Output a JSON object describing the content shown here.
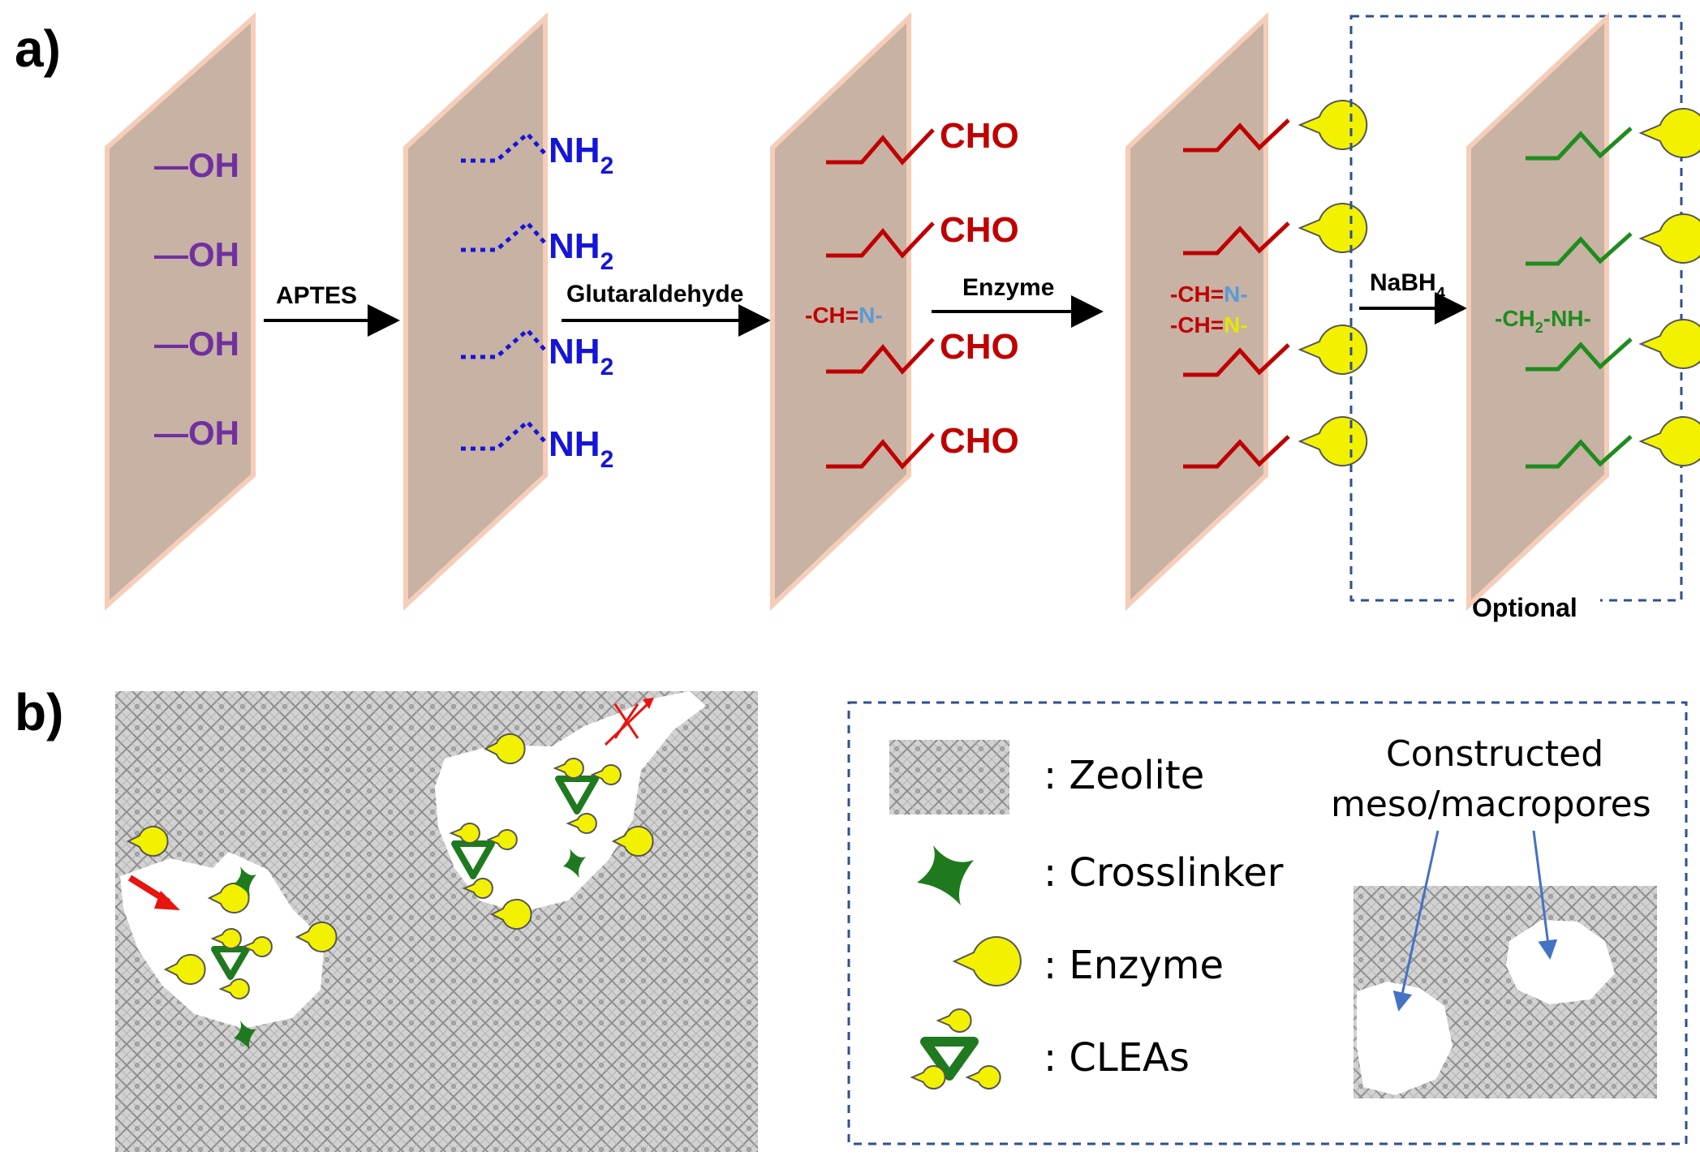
{
  "panel_a": {
    "label": "a)",
    "plate1": {
      "groups": [
        "—OH",
        "—OH",
        "—OH",
        "—OH"
      ]
    },
    "plate2": {
      "group": "NH",
      "sub": "2"
    },
    "plate3": {
      "group": "CHO",
      "imine_prefix": "-CH=",
      "imine_n": "N-"
    },
    "plate4": {
      "imine_prefix": "-CH=",
      "imine_n": "N-"
    },
    "plate5": {
      "amine_a": "-CH",
      "amine_sub": "2",
      "amine_b": "-NH-"
    },
    "arrows": {
      "step1": "APTES",
      "step2": "Glutaraldehyde",
      "step3": "Enzyme",
      "step4": "NaBH",
      "step4_sub": "4"
    },
    "optional_label": "Optional"
  },
  "panel_b": {
    "label": "b)",
    "legend": {
      "zeolite": ": Zeolite",
      "crosslinker": ": Crosslinker",
      "enzyme": ": Enzyme",
      "cleas": ": CLEAs"
    },
    "pores_label_line1": "Constructed",
    "pores_label_line2": "meso/macropores"
  },
  "colors": {
    "plate": "#c7b2a4",
    "plate_edge": "#f5cdb8",
    "hydroxyl": "#7030a0",
    "amine": "#1515d8",
    "aldehyde": "#c00000",
    "reduced": "#1e8c1e",
    "enzyme_fill": "#f2f200",
    "crosslinker": "#1f7a1f",
    "dashed_box": "#2f4f8f",
    "imine_n_blue": "#5b9bd5",
    "imine_n_yellow": "#e6e600",
    "arrow_red": "#e8140f",
    "callout_blue": "#4472c4",
    "zeolite_bg": "#d5d5d5",
    "zeolite_line": "#8a8a8a"
  }
}
